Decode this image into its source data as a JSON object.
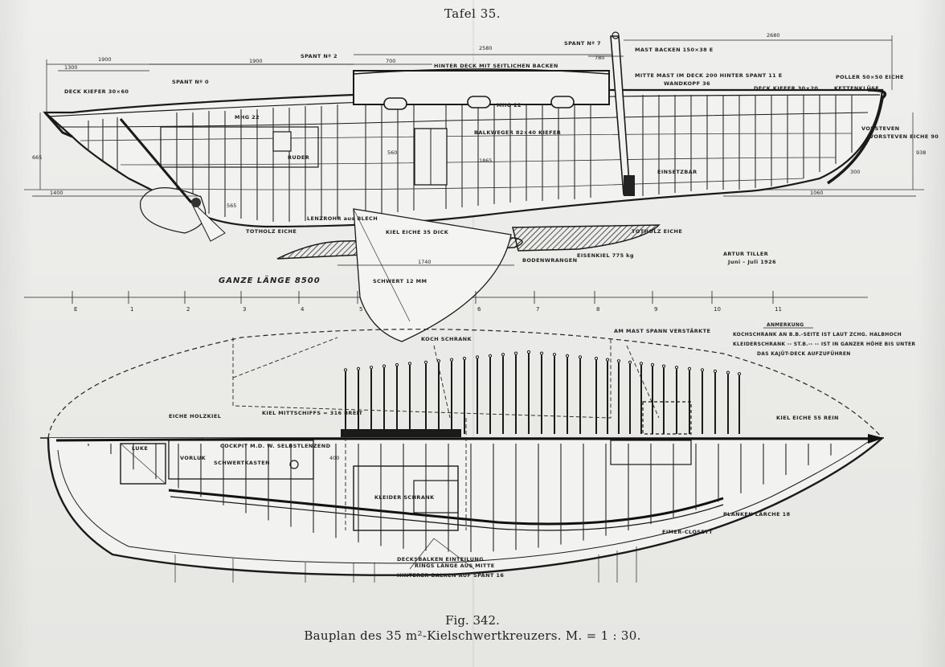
{
  "plate": {
    "title": "Tafel 35.",
    "figure_number": "Fig. 342.",
    "caption": "Bauplan des 35 m²-Kielschwertkreuzers.   M. = 1 : 30."
  },
  "profile_labels": {
    "deck_kiefer": "DECK KIEFER 30×60",
    "spant_1": "SPANT Nº 0",
    "spant_2": "SPANT Nº 2",
    "spant_3": "SPANT Nº 7",
    "mast_backen": "MAST BACKEN 150×38 E",
    "kajuete": "HINTER DECK MIT SEITLICHEN BACKEN",
    "mast_note": "MITTE MAST IM DECK  200 HINTER SPANT 11 E",
    "wandkopf": "WANDKOPF 36",
    "poller": "POLLER 50×50 EICHE",
    "deck_kiefer_2": "DECK KIEFER 30×20",
    "kettenklueise": "KETTENKLÜSE",
    "vorsteven": "VORSTEVEN",
    "vorsteven_eiche": "VORSTEVEN EICHE 90",
    "balkweger": "BALKWEGER  82×40 KIEFER",
    "mhg": "MHG 22",
    "mhg_2": "MHG 22",
    "totholz_1": "TOTHOLZ EICHE",
    "totholz_2": "TOTHOLZ EICHE",
    "kiel_eiche": "KIEL EICHE 35 DICK",
    "eisenkiel": "EISENKIEL 775 kg",
    "bodenwrangen": "BODENWRANGEN",
    "ganze_laenge": "GANZE LÄNGE 8500",
    "schwert": "SCHWERT 12 MM",
    "lenzrohr": "LENZROHR  aus BLECH",
    "artur_tiller": "ARTUR TILLER",
    "artur_date": "Juni – Juli 1926",
    "ruder": "RUDER",
    "einsetzbar": "EINSETZBAR"
  },
  "plan_labels": {
    "anmerkung_title": "ANMERKUNG",
    "anmerkung_line1": "KOCHSCHRANK AN B.B.-SEITE IST LAUT ZCHG. HALBHOCH",
    "anmerkung_line2": "KLEIDERSCHRANK -- ST.B.-- -- IST IN GANZER HÖHE BIS UNTER",
    "anmerkung_line3": "DAS KAJÜT-DECK AUFZUFÜHREN",
    "kochschrank": "KOCH SCHRANK",
    "am_mast": "AM MAST  SPANN VERSTÄRKTE",
    "kiel_eiche_plan": "KIEL EICHE 55 REIN",
    "cockpit": "COCKPIT  M.D. W. SELBSTLENZEND",
    "kiel_mittschiffs": "KIEL MITTSCHIFFS = 316 BREIT",
    "kleiderschrank": "KLEIDER SCHRANK",
    "planken": "PLANKEN LÄRCHE 18",
    "einer_closett": "EIMER-CLOSETT",
    "deckbalken": "DECKSBALKEN EINTEILUNG",
    "deckbalken_2": "RINGS LÄNGE AUS MITTE",
    "hinterer_balken": "HINTERER BALKEN AUF SPANT 16",
    "luke": "LUKE",
    "vorluk": "VORLUK",
    "schwert_kasten": "SCHWERTKASTEN",
    "eiche_holzkiel": "EICHE HOLZKIEL"
  },
  "dimensions": {
    "d1": "2580",
    "d2": "2680",
    "d3": "1300",
    "d4": "1900",
    "d5": "1900",
    "d6": "780",
    "d7": "700",
    "d8": "1400",
    "d9": "1060",
    "d10": "1740",
    "d11": "665",
    "d12": "938",
    "d13": "560",
    "d14": "1865",
    "d15": "565",
    "d16": "400",
    "d17": "300"
  },
  "stations": [
    "E",
    "1",
    "2",
    "3",
    "4",
    "5",
    "6",
    "7",
    "8",
    "9",
    "10",
    "11"
  ],
  "colors": {
    "ink": "#1e1e1e",
    "paper": "#ebebe9",
    "hatch": "#3a3a3a"
  }
}
